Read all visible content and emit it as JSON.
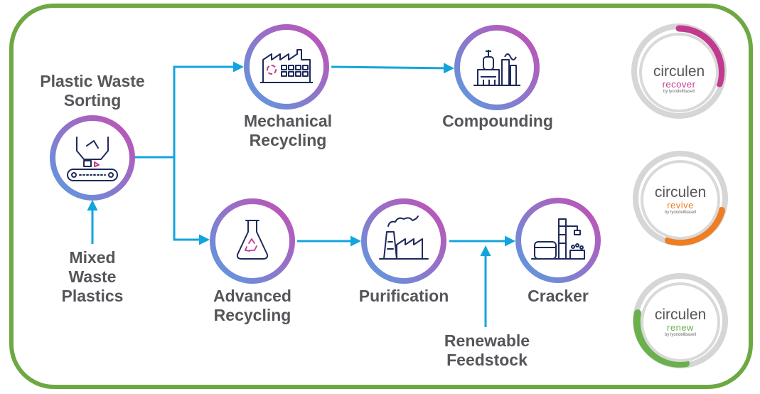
{
  "nodes": {
    "sorting": {
      "label_lines": [
        "Plastic Waste",
        "Sorting"
      ]
    },
    "mixed": {
      "label_lines": [
        "Mixed",
        "Waste",
        "Plastics"
      ]
    },
    "mechanical": {
      "label_lines": [
        "Mechanical",
        "Recycling"
      ]
    },
    "compounding": {
      "label_lines": [
        "Compounding"
      ]
    },
    "advanced": {
      "label_lines": [
        "Advanced",
        "Recycling"
      ]
    },
    "purification": {
      "label_lines": [
        "Purification"
      ]
    },
    "cracker": {
      "label_lines": [
        "Cracker"
      ]
    },
    "renewable": {
      "label_lines": [
        "Renewable",
        "Feedstock"
      ]
    }
  },
  "brands": [
    {
      "word": "circulen",
      "sub": "recover",
      "by": "by lyondellbasell",
      "color": "#c23a8f"
    },
    {
      "word": "circulen",
      "sub": "revive",
      "by": "by lyondellbasell",
      "color": "#ef7d22"
    },
    {
      "word": "circulen",
      "sub": "renew",
      "by": "by lyondellbasell",
      "color": "#6ab04c"
    }
  ],
  "colors": {
    "border": "#6ea843",
    "arrow": "#12a5dc",
    "ring_start": "#5b9be0",
    "ring_end": "#c44fb4",
    "icon_stroke": "#1e2a5a",
    "icon_accent": "#c23a8f",
    "text": "#54565a"
  },
  "icons": {
    "sorting": "conveyor-sorting-icon",
    "mechanical": "factory-icon",
    "compounding": "refinery-icon",
    "advanced": "recycle-flask-icon",
    "purification": "smokestack-icon",
    "cracker": "cracker-plant-icon"
  }
}
